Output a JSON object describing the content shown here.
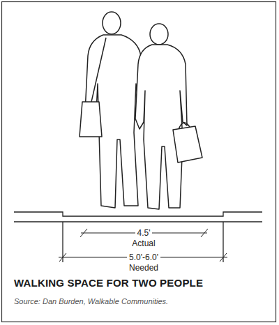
{
  "diagram": {
    "title": "WALKING SPACE FOR TWO PEOPLE",
    "caption": "Source: Dan Burden, Walkable Communities.",
    "labels": [
      "4.5'",
      "Actual",
      "5.0'-6.0'",
      "Needed"
    ]
  }
}
